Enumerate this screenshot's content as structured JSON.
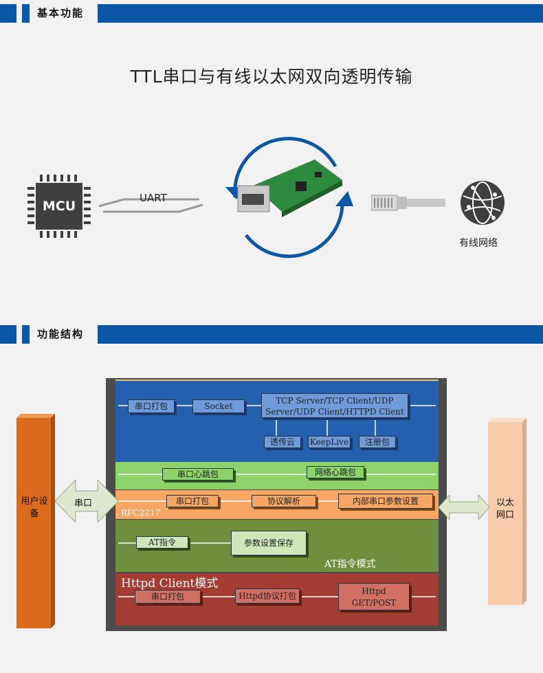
{
  "sections": [
    {
      "label": "基本功能"
    },
    {
      "label": "功能结构"
    }
  ],
  "basic": {
    "title": "TTL串口与有线以太网双向透明传输",
    "mcu_label": "MCU",
    "link_label": "UART",
    "network_label": "有线网络"
  },
  "structure": {
    "left_device": "用户设备",
    "serial_arrow": "串口",
    "right_device": "以太网口",
    "blue": {
      "pack": "串口打包",
      "socket": "Socket",
      "protocol_line1": "TCP Server/TCP Client/UDP",
      "protocol_line2": "Server/UDP Client/HTTPD Client",
      "cloud": "透传云",
      "keeplive": "KeepLive",
      "register": "注册包"
    },
    "green": {
      "serial_heartbeat": "串口心跳包",
      "net_heartbeat": "网络心跳包"
    },
    "orange": {
      "pack": "串口打包",
      "parse": "协议解析",
      "internal": "内部串口参数设置",
      "rfc": "RFC2217"
    },
    "olive": {
      "at_cmd": "AT指令",
      "save": "参数设置保存",
      "mode": "AT指令模式"
    },
    "red": {
      "mode": "Httpd Client模式",
      "pack": "串口打包",
      "http_pack": "Httpd协议打包",
      "get_line1": "Httpd",
      "get_line2": "GET/POST"
    }
  },
  "colors": {
    "brand_blue": "#0b56a6",
    "panel_blue": "#2460ad",
    "panel_green": "#8ed26a",
    "panel_orange": "#f7a763",
    "panel_olive": "#6f8f3f",
    "panel_red": "#a33c33",
    "device_orange": "#d96b1a",
    "device_peach": "#f8ccaa"
  }
}
